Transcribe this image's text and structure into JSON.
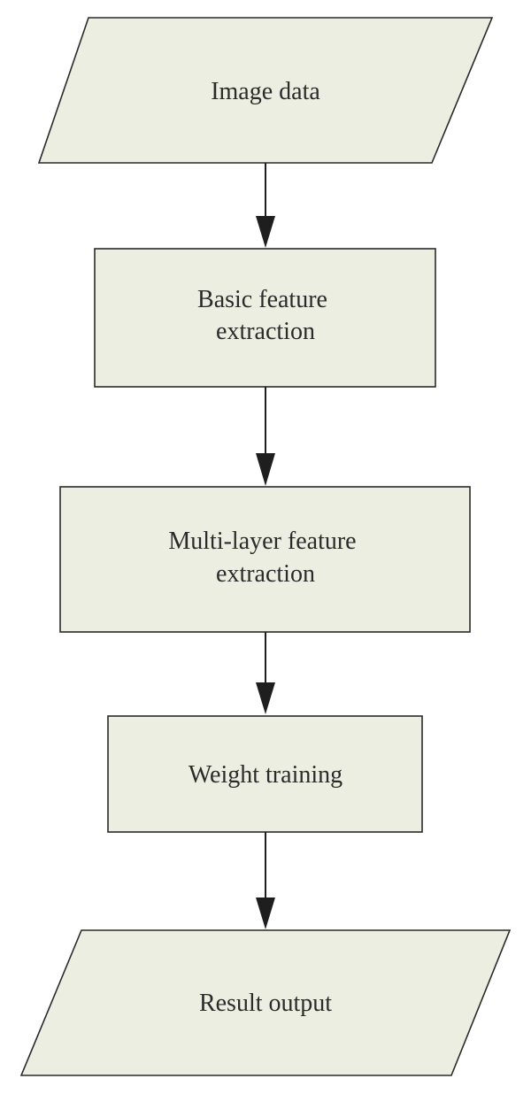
{
  "nodes": [
    {
      "id": "image-data",
      "shape": "parallelogram",
      "lines": [
        "Image data"
      ]
    },
    {
      "id": "basic-feature-extraction",
      "shape": "rectangle",
      "lines": [
        "Basic feature",
        "extraction"
      ]
    },
    {
      "id": "multi-layer-feature-extraction",
      "shape": "rectangle",
      "lines": [
        "Multi-layer feature",
        "extraction"
      ]
    },
    {
      "id": "weight-training",
      "shape": "rectangle",
      "lines": [
        "Weight training"
      ]
    },
    {
      "id": "result-output",
      "shape": "parallelogram",
      "lines": [
        "Result output"
      ]
    }
  ],
  "edges": [
    {
      "from": "image-data",
      "to": "basic-feature-extraction"
    },
    {
      "from": "basic-feature-extraction",
      "to": "multi-layer-feature-extraction"
    },
    {
      "from": "multi-layer-feature-extraction",
      "to": "weight-training"
    },
    {
      "from": "weight-training",
      "to": "result-output"
    }
  ],
  "colors": {
    "node_fill": "#edeee2",
    "node_stroke": "#2a2a2a",
    "arrow": "#1e1e1e",
    "text": "#2b2b2b"
  }
}
